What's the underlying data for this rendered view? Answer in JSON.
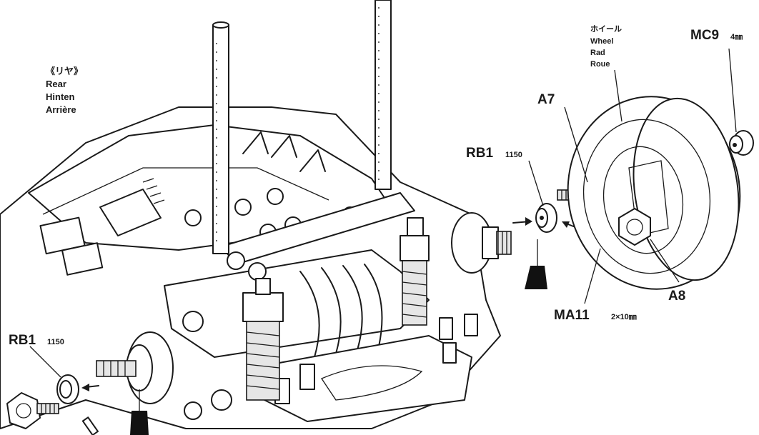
{
  "section_label": {
    "jp": "《リヤ》",
    "en": "Rear",
    "de": "Hinten",
    "fr": "Arrière"
  },
  "wheel_label": {
    "jp": "ホイール",
    "en": "Wheel",
    "de": "Rad",
    "fr": "Roue"
  },
  "parts": {
    "mc9": {
      "code": "MC9",
      "size": "4㎜"
    },
    "a7": {
      "code": "A7"
    },
    "a8": {
      "code": "A8"
    },
    "ma11": {
      "code": "MA11",
      "size": "2×10㎜"
    },
    "rb1_right": {
      "code": "RB1",
      "number": "1150"
    },
    "rb1_left": {
      "code": "RB1",
      "number": "1150"
    }
  }
}
